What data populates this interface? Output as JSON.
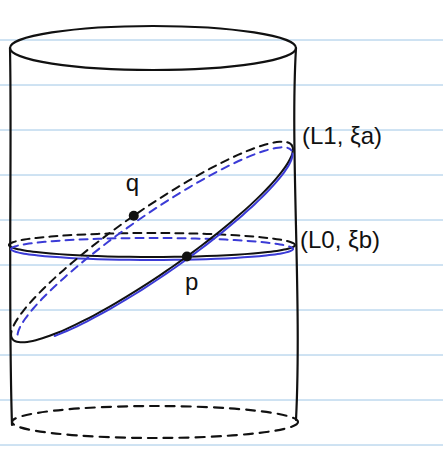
{
  "diagram": {
    "labels": [
      "q",
      "p",
      "(L1, ξa)",
      "(L0, ξb)"
    ]
  }
}
